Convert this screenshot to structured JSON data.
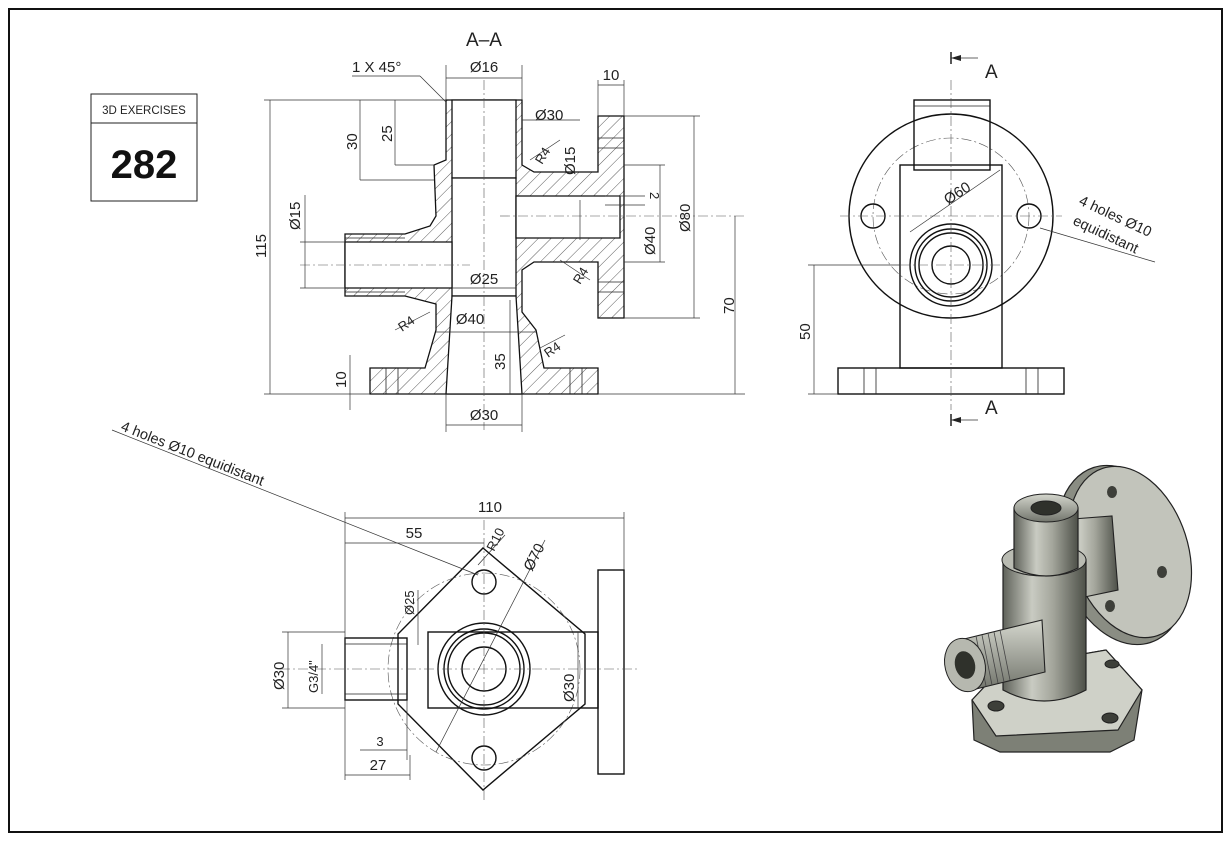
{
  "badge": {
    "label": "3D EXERCISES",
    "number": "282"
  },
  "section_view": {
    "title": "A–A",
    "dims": {
      "chamfer": "1 X 45°",
      "dia16": "Ø16",
      "len10_top": "10",
      "dia30_top": "Ø30",
      "r4_a": "R4",
      "dia15_right": "Ø15",
      "h2": "2",
      "dia40_right": "Ø40",
      "dia80": "Ø80",
      "r4_b": "R4",
      "dia15_left": "Ø15",
      "h30": "30",
      "h25": "25",
      "h115": "115",
      "dia25": "Ø25",
      "dia40_bottom": "Ø40",
      "r4_c": "R4",
      "r4_d": "R4",
      "h35": "35",
      "h10": "10",
      "h70": "70",
      "dia30_bottom": "Ø30"
    }
  },
  "side_view": {
    "marker_top": "A",
    "marker_bottom": "A",
    "dims": {
      "dia60": "Ø60",
      "h50": "50"
    },
    "note_line1": "4 holes Ø10",
    "note_line2": "equidistant"
  },
  "top_view": {
    "note": "4 holes Ø10 equidistant",
    "dims": {
      "w110": "110",
      "w55": "55",
      "r10": "R10",
      "dia70": "Ø70",
      "dia25": "Ø25",
      "dia30_left": "Ø30",
      "thread": "G3/4\"",
      "dia30_right": "Ø30",
      "w3": "3",
      "w27": "27"
    }
  }
}
